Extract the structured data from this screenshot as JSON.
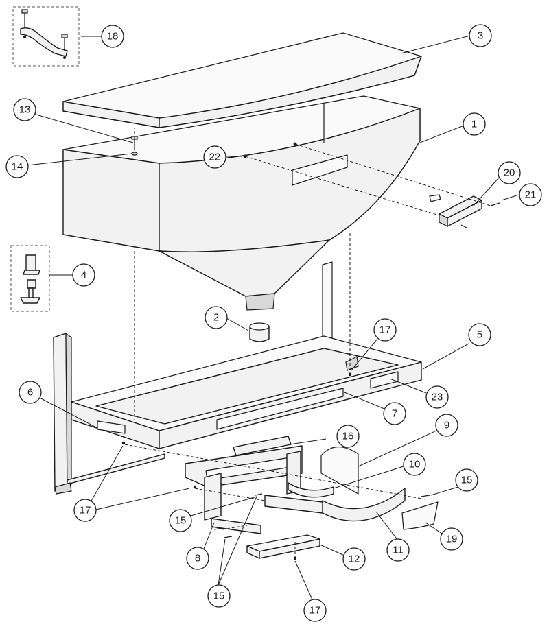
{
  "callouts": [
    {
      "id": "c1",
      "label": "1"
    },
    {
      "id": "c2",
      "label": "2"
    },
    {
      "id": "c3",
      "label": "3"
    },
    {
      "id": "c4",
      "label": "4"
    },
    {
      "id": "c5",
      "label": "5"
    },
    {
      "id": "c6",
      "label": "6"
    },
    {
      "id": "c7",
      "label": "7"
    },
    {
      "id": "c8",
      "label": "8"
    },
    {
      "id": "c9",
      "label": "9"
    },
    {
      "id": "c10",
      "label": "10"
    },
    {
      "id": "c11",
      "label": "11"
    },
    {
      "id": "c12",
      "label": "12"
    },
    {
      "id": "c13",
      "label": "13"
    },
    {
      "id": "c14",
      "label": "14"
    },
    {
      "id": "c15a",
      "label": "15"
    },
    {
      "id": "c15b",
      "label": "15"
    },
    {
      "id": "c15c",
      "label": "15"
    },
    {
      "id": "c16",
      "label": "16"
    },
    {
      "id": "c17a",
      "label": "17"
    },
    {
      "id": "c17b",
      "label": "17"
    },
    {
      "id": "c17c",
      "label": "17"
    },
    {
      "id": "c18",
      "label": "18"
    },
    {
      "id": "c19",
      "label": "19"
    },
    {
      "id": "c20",
      "label": "20"
    },
    {
      "id": "c21",
      "label": "21"
    },
    {
      "id": "c22",
      "label": "22"
    },
    {
      "id": "c23",
      "label": "23"
    }
  ]
}
